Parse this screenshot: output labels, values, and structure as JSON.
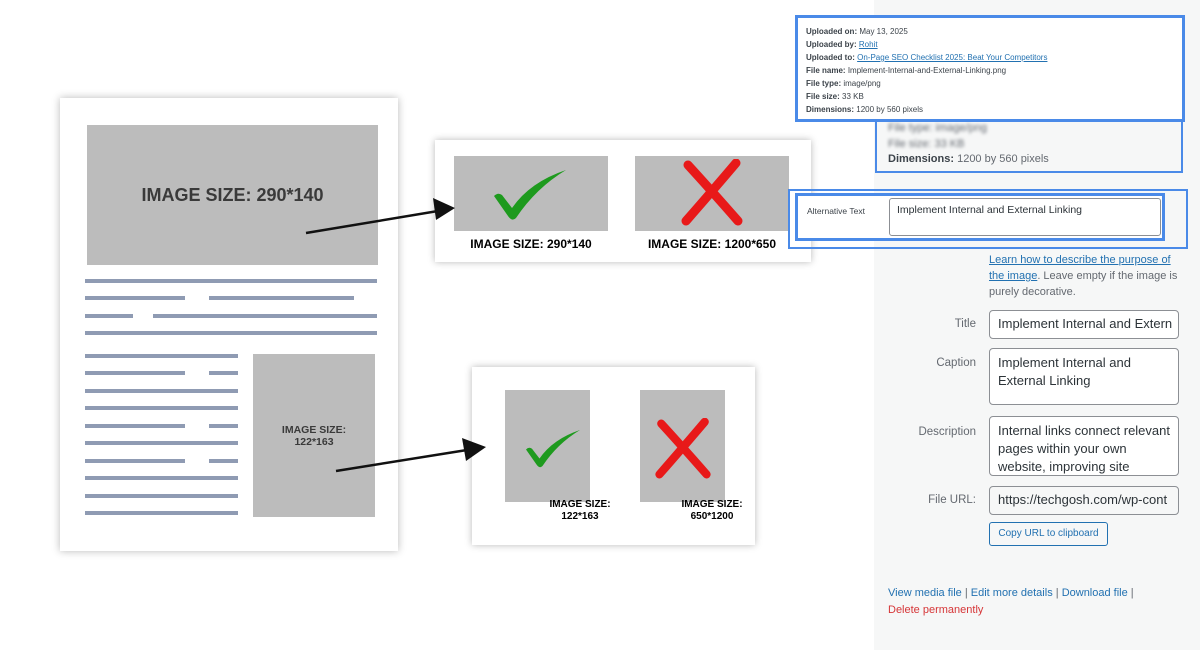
{
  "diagram": {
    "doc_top_image_label": "IMAGE SIZE: 290*140",
    "doc_side_image_label": "IMAGE SIZE: 122*163",
    "card1": {
      "good_caption": "IMAGE SIZE: 290*140",
      "bad_caption": "IMAGE SIZE: 1200*650"
    },
    "card2": {
      "good_caption": "IMAGE SIZE: 122*163",
      "bad_caption": "IMAGE SIZE: 650*1200"
    },
    "colors": {
      "check": "#1e9a1e",
      "cross": "#e81919",
      "placeholder": "#bcbcbc",
      "text_line": "#8f9bb3"
    }
  },
  "meta_popup": {
    "uploaded_on_label": "Uploaded on:",
    "uploaded_on": "May 13, 2025",
    "uploaded_by_label": "Uploaded by:",
    "uploaded_by": "Rohit",
    "uploaded_to_label": "Uploaded to:",
    "uploaded_to": "On-Page SEO Checklist 2025: Beat Your Competitors",
    "file_name_label": "File name:",
    "file_name": "Implement-Internal-and-External-Linking.png",
    "file_type_label": "File type:",
    "file_type": "image/png",
    "file_size_label": "File size:",
    "file_size": "33 KB",
    "dimensions_label": "Dimensions:",
    "dimensions": "1200 by 560 pixels"
  },
  "wp_panel": {
    "blurred_type": "File type: image/png",
    "blurred_size": "File size: 33 KB",
    "dimensions_label": "Dimensions:",
    "dimensions": "1200 by 560 pixels",
    "alt_label": "Alternative Text",
    "alt_value": "Implement Internal and External Linking",
    "alt_help_link_1": "Learn how to describe the purpose of",
    "alt_help_link_2": "the image",
    "alt_help_rest": ". Leave empty if the image is purely decorative.",
    "title_label": "Title",
    "title_value": "Implement Internal and Extern",
    "caption_label": "Caption",
    "caption_value": "Implement Internal and External Linking",
    "description_label": "Description",
    "description_value": "Internal links connect relevant pages within your own website, improving site",
    "file_url_label": "File URL:",
    "file_url_value": "https://techgosh.com/wp-cont",
    "copy_url_button": "Copy URL to clipboard",
    "view_media": "View media file",
    "edit_details": "Edit more details",
    "download": "Download file",
    "separator": "|",
    "delete": "Delete permanently"
  }
}
